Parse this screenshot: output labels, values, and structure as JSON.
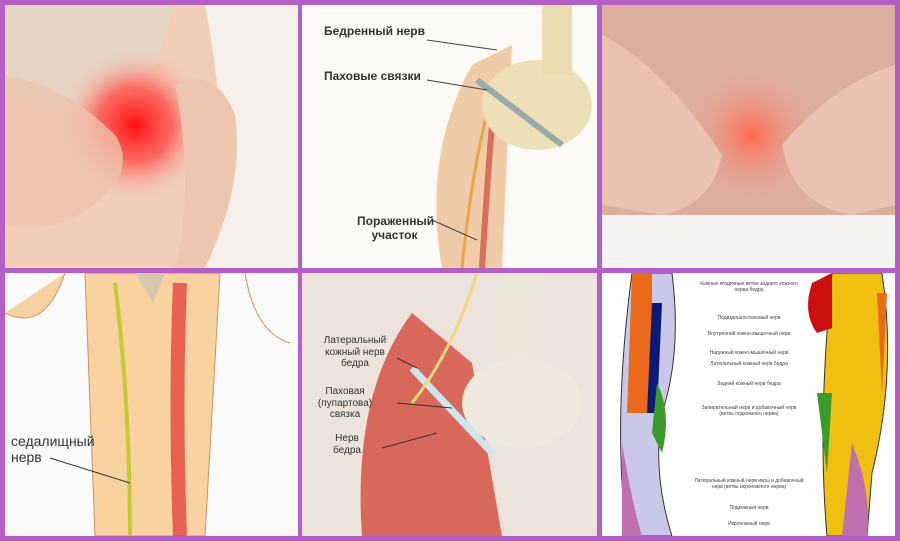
{
  "panels": [
    {
      "name": "hip-pain-photo"
    },
    {
      "name": "femoral-nerve-diagram",
      "labels": [
        "Бедренный нерв",
        "Паховые связки",
        "Пораженный участок"
      ]
    },
    {
      "name": "lower-back-pain-photo"
    },
    {
      "name": "sciatic-nerve-diagram",
      "labels": [
        "седалищный нерв"
      ]
    },
    {
      "name": "lateral-cutaneous-nerve-diagram",
      "labels": [
        "Латеральный кожный нерв бедра",
        "Паховая (пупартова) связка",
        "Нерв бедра"
      ]
    },
    {
      "name": "leg-innervation-map",
      "labels": [
        "Кожные ягодичные ветви заднего кожного нерва бедра",
        "Подвздошно-паховый нерв",
        "Внутренний кожно-мышечный нерв",
        "Наружный кожно-мышечный нерв",
        "Латеральный кожный нерв бедра",
        "Задний кожный нерв бедра",
        "Запирательный нерв и добавочный нерв (ветвь подкожного нерва)",
        "Латеральный кожный нерв икры и добавочный нерв (ветвь икроножного нерва)",
        "Подкожный нерв",
        "Икроножный нерв"
      ]
    }
  ],
  "colors": {
    "border": "#b45fc6",
    "pain": "#ff2020"
  }
}
